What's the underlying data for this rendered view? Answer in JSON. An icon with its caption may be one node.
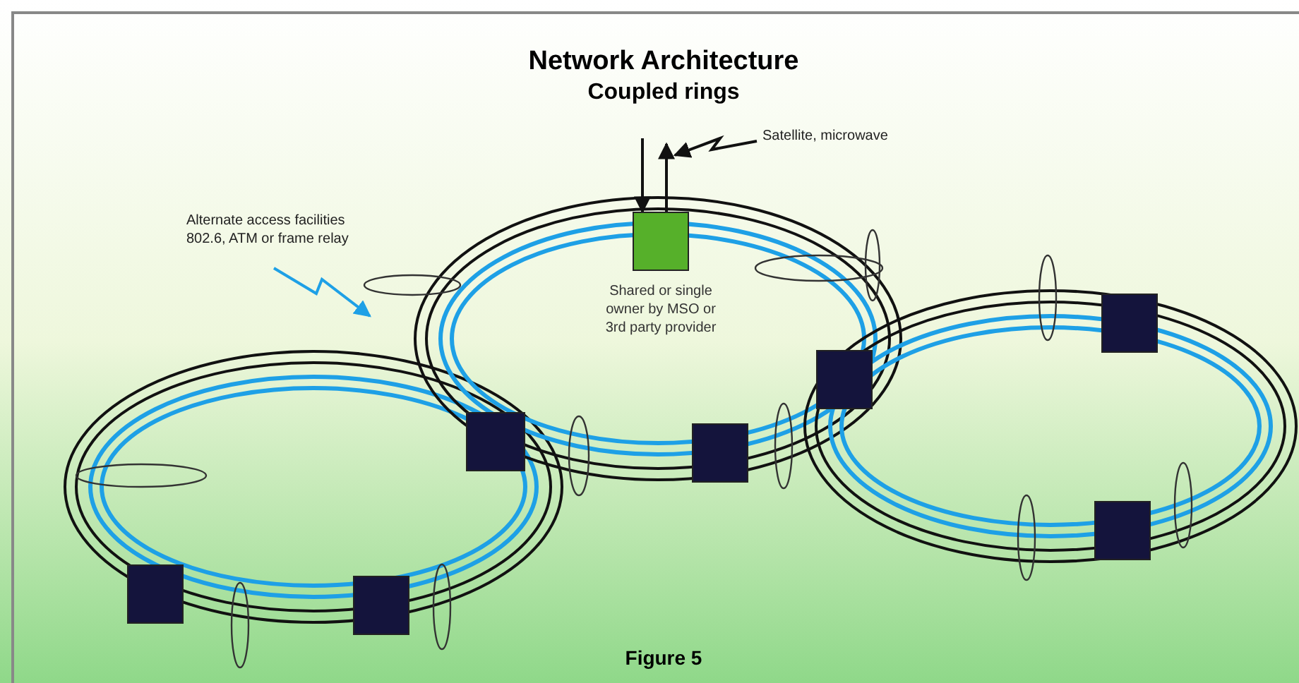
{
  "diagram": {
    "title": "Network Architecture",
    "nodes": [
      {
        "text": [],
        "shape": "box",
        "beside": [
          "Shared or single owner by MSO or 3rd party provider"
        ]
      },
      {
        "text": [
          "Satellite, microwave"
        ]
      },
      {
        "text": [
          "Alternate access facilities 802.6, ATM or frame relay"
        ]
      },
      {
        "text": [],
        "shape": "box"
      },
      {
        "text": [],
        "shape": "box"
      },
      {
        "text": [],
        "shape": "box"
      },
      {
        "text": [],
        "shape": "box"
      },
      {
        "text": [],
        "shape": "box"
      },
      {
        "text": [],
        "shape": "box"
      },
      {
        "text": [],
        "shape": "box"
      }
    ],
    "edges": [
      {
        "from": null,
        "to": 0,
        "arrow": "to"
      },
      {
        "from": 0,
        "to": null,
        "arrow": "to"
      },
      {
        "from": 1,
        "to": null,
        "arrow": "to"
      },
      {
        "from": 2,
        "to": null,
        "arrow": "to",
        "color": "#1ea0e6"
      }
    ],
    "labels": [
      "Coupled rings",
      "Figure 5"
    ]
  }
}
